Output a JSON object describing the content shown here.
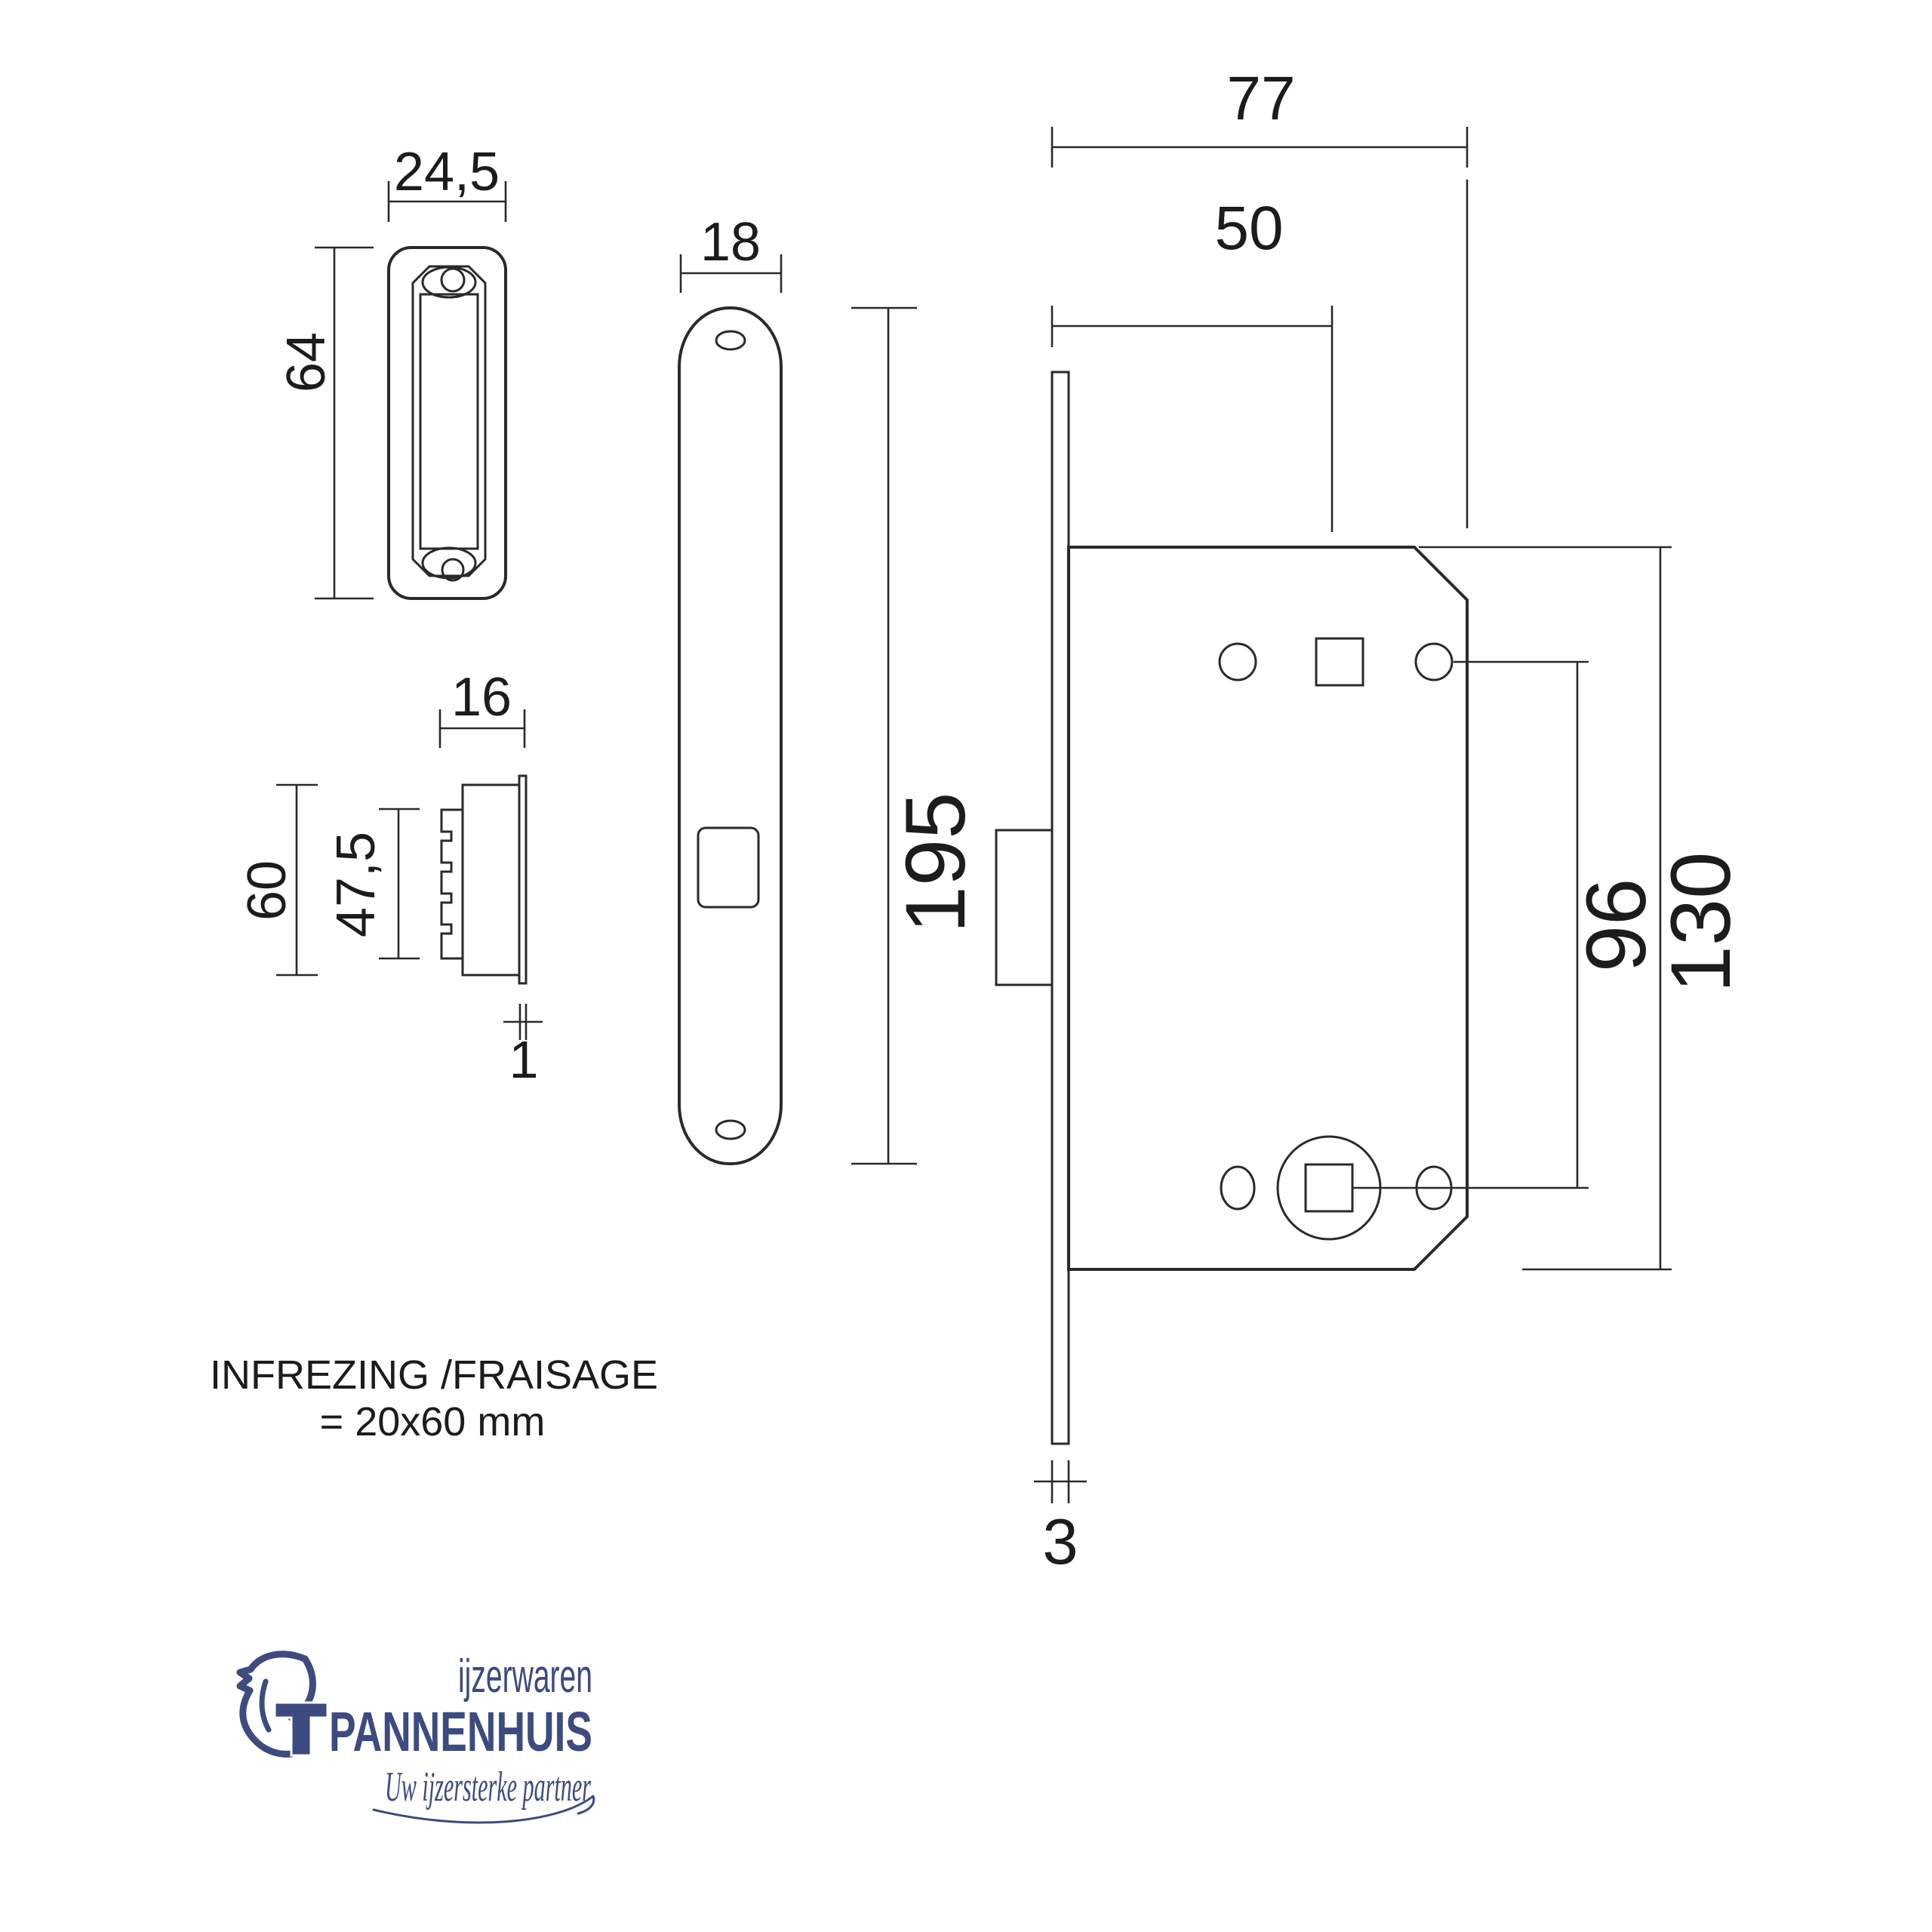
{
  "views": {
    "strike_front": {
      "width": "24,5",
      "height": "64"
    },
    "strike_side": {
      "width": "16",
      "height": "60",
      "inner_height": "47,5",
      "thickness": "1"
    },
    "faceplate_front": {
      "width": "18",
      "height": "195"
    },
    "lock_side": {
      "width": "77",
      "backset": "50",
      "hole_spacing": "96",
      "height": "130",
      "thickness": "3"
    }
  },
  "note": {
    "line1": "INFREZING /FRAISAGE",
    "line2": "=  20x60 mm"
  },
  "logo": {
    "top": "ijzerwaren",
    "name": "PANNENHUIS",
    "slogan": "Uw ijzersterke partner"
  },
  "colors": {
    "line": "#2a2a2a",
    "text": "#1c1c1c",
    "brand": "#3c4b80",
    "background": "#ffffff"
  }
}
